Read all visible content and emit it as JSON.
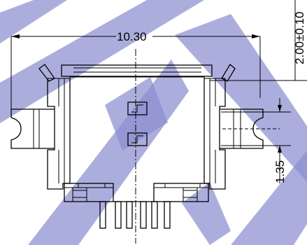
{
  "dimensions": {
    "overall_width": "10.30",
    "height_right": "2.00",
    "tolerance_right": "±0.10",
    "offset_right": "1.35"
  },
  "colors": {
    "line": "#000000",
    "watermark": "#8a8fd0",
    "background": "#ffffff"
  }
}
